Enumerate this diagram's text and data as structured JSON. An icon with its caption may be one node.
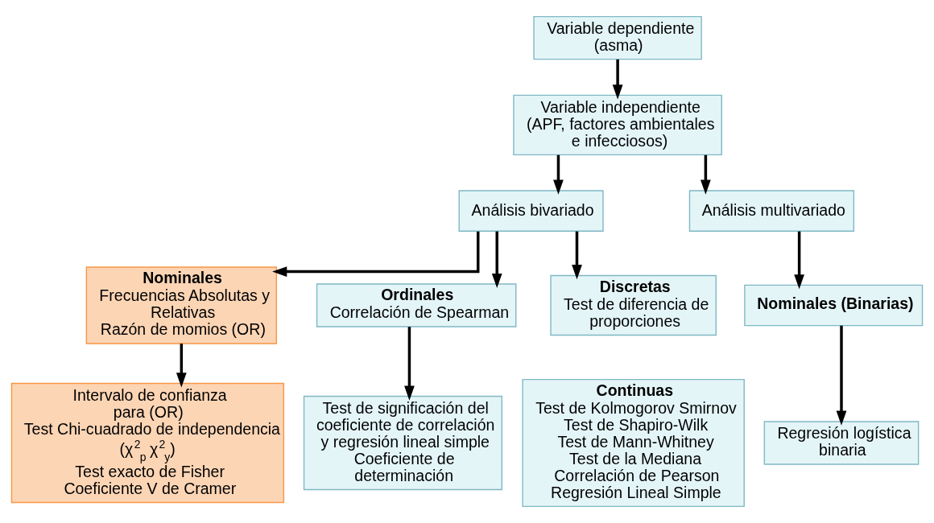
{
  "diagram": {
    "nodes": [
      {
        "text": [
          "Variable dependiente (asma)"
        ]
      },
      {
        "text": [
          "Variable independiente (APF, factores ambientales e infecciosos)"
        ]
      },
      {
        "text": [
          "Análisis bivariado"
        ]
      },
      {
        "text": [
          "Análisis multivariado"
        ]
      },
      {
        "text": [
          "Nominales",
          "Frecuencias Absolutas y Relativas",
          "Razón de momios (OR)"
        ]
      },
      {
        "text": [
          "Ordinales",
          "Correlación de Spearman"
        ]
      },
      {
        "text": [
          "Discretas",
          "Test de diferencia de proporciones"
        ]
      },
      {
        "text": [
          "Nominales (Binarias)"
        ]
      },
      {
        "text": [
          "Intervalo de confianza para (OR)",
          "Test Chi-cuadrado de independencia (χ$^{2}$$_{p}$ χ$^{2}$$_{y}$)",
          "Test exacto de Fisher",
          "Coeficiente V de Cramer"
        ]
      },
      {
        "text": [
          "Test de significación del coeficiente de correlación y regresión lineal simple",
          "Coeficiente de determinación"
        ]
      },
      {
        "text": [
          "Continuas",
          "Test de Kolmogorov Smirnov",
          "Test de Shapiro-Wilk",
          "Test de Mann-Whitney",
          "Test de la Mediana",
          "Correlación de Pearson",
          "Regresión Lineal Simple"
        ]
      },
      {
        "text": [
          "Regresión logística binaria"
        ]
      }
    ],
    "edges": [
      {
        "from": 0,
        "to": 1,
        "arrow": "to"
      },
      {
        "from": 1,
        "to": 2,
        "arrow": "to"
      },
      {
        "from": 1,
        "to": 3,
        "arrow": "to"
      },
      {
        "from": 2,
        "to": 4,
        "arrow": "to"
      },
      {
        "from": 2,
        "to": 5,
        "arrow": "to"
      },
      {
        "from": 2,
        "to": 6,
        "arrow": "to"
      },
      {
        "from": 3,
        "to": 7,
        "arrow": "to"
      },
      {
        "from": 4,
        "to": 8,
        "arrow": "to"
      },
      {
        "from": 5,
        "to": 9,
        "arrow": "to"
      },
      {
        "from": 7,
        "to": 11,
        "arrow": "to"
      }
    ]
  }
}
